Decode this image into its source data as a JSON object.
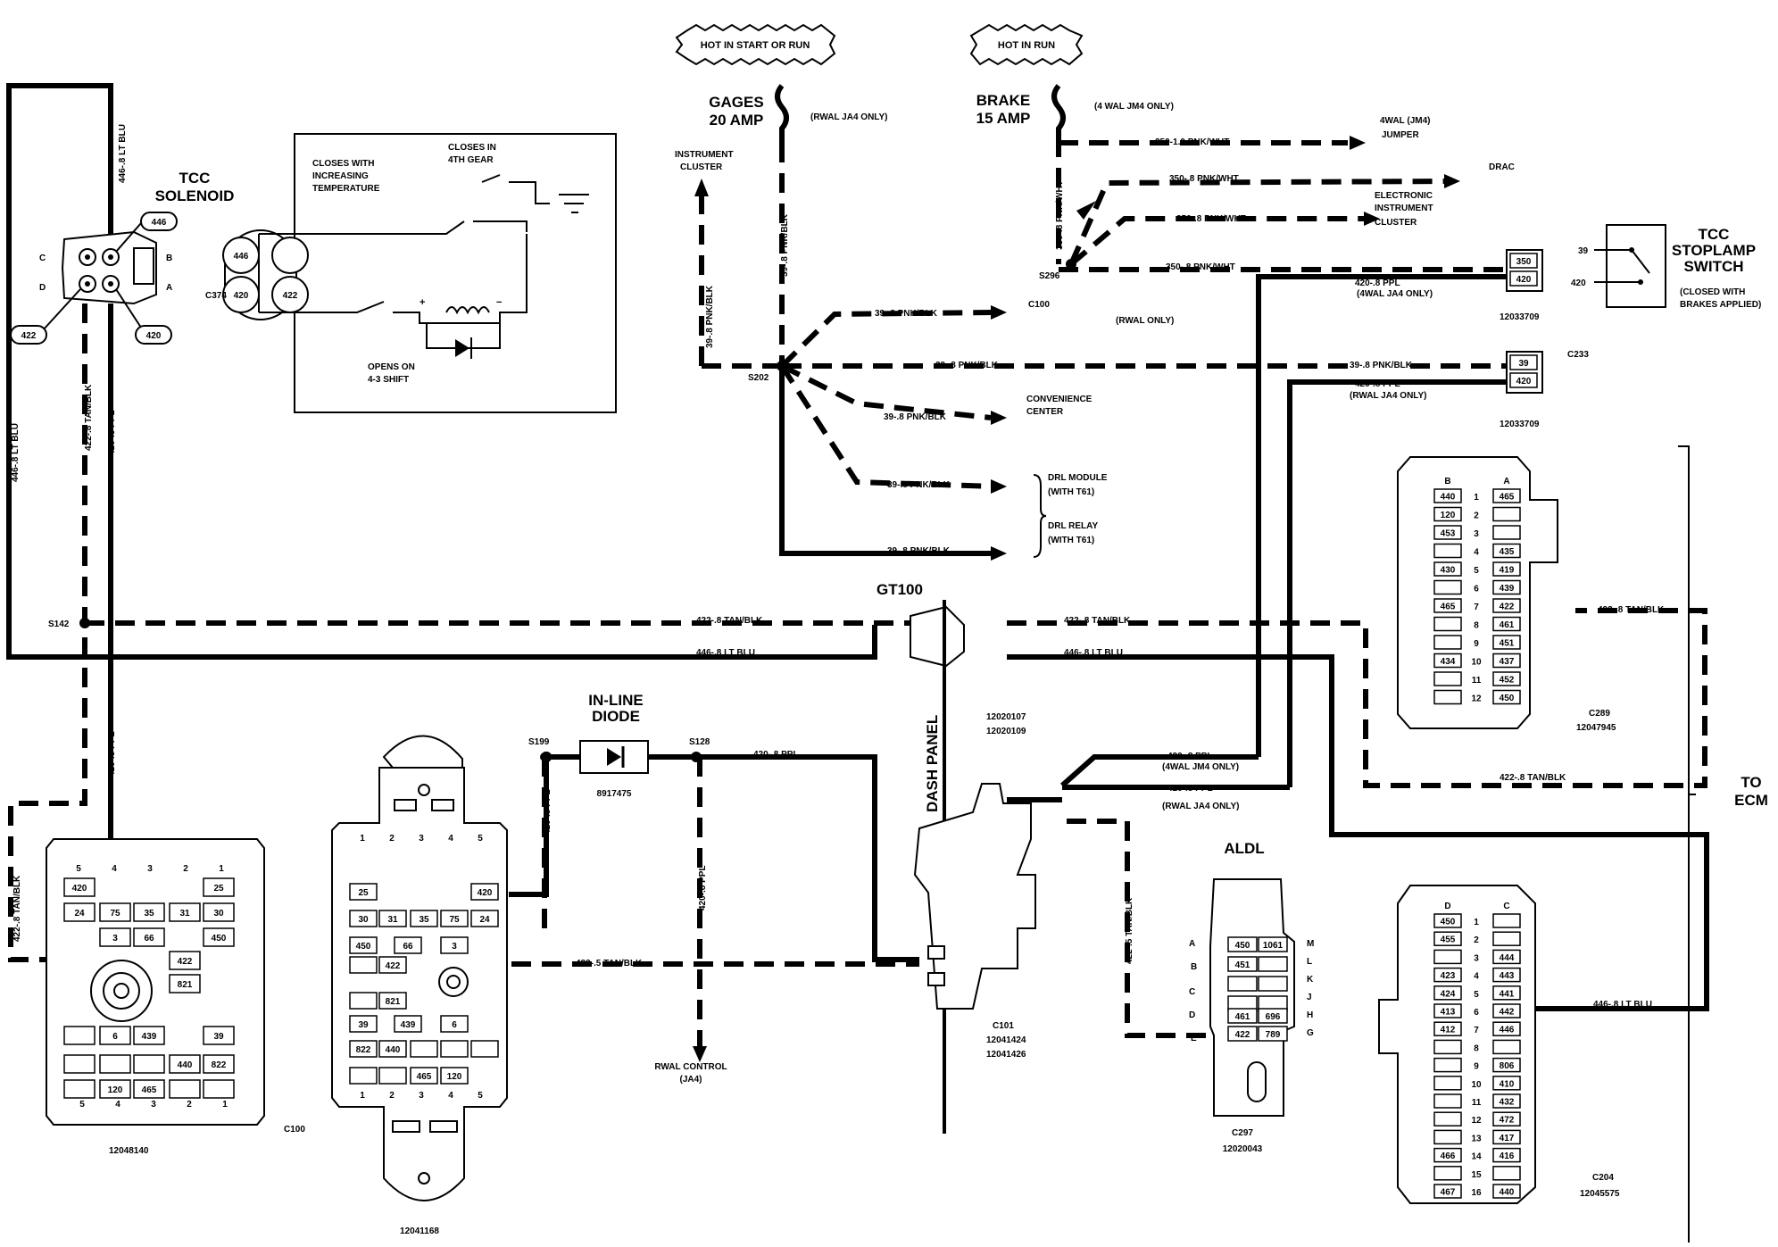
{
  "hot_labels": {
    "start_run": "HOT IN START OR RUN",
    "run": "HOT IN RUN"
  },
  "fuses": {
    "gages": [
      "GAGES",
      "20 AMP"
    ],
    "gages_note": "(RWAL JA4 ONLY)",
    "brake": [
      "BRAKE",
      "15 AMP"
    ],
    "brake_note": "(4 WAL JM4 ONLY)"
  },
  "tcc_solenoid": {
    "title": [
      "TCC",
      "SOLENOID"
    ],
    "pins": [
      "446",
      "422",
      "420"
    ],
    "letters": [
      "C",
      "D",
      "B",
      "A"
    ],
    "connector": "C374",
    "cells": [
      "446",
      "420",
      "422"
    ],
    "notes": {
      "temp": [
        "CLOSES WITH",
        "INCREASING",
        "TEMPERATURE"
      ],
      "gear": [
        "CLOSES IN",
        "4TH GEAR"
      ],
      "shift": [
        "OPENS ON",
        "4-3 SHIFT"
      ]
    },
    "plus": "+",
    "minus": "−"
  },
  "wires": {
    "w446_ltblu": "446-.8 LT BLU",
    "w422_tanblk": "422-.8 TAN/BLK",
    "w420_ppl": "420-.8 PPL",
    "w39_pnkblk": "39-.8 PNK/BLK",
    "w350_1": "350-1.0 PNK/WHT",
    "w350_8": "350-.8 PNK/WHT",
    "w422_5": "422-.5 TAN/BLK"
  },
  "splices": [
    "S142",
    "S202",
    "S296",
    "S199",
    "S128"
  ],
  "destinations": {
    "instrument_cluster": [
      "INSTRUMENT",
      "CLUSTER"
    ],
    "c100": "C100",
    "rwal_only": "(RWAL ONLY)",
    "convenience": [
      "CONVENIENCE",
      "CENTER"
    ],
    "drl_module": [
      "DRL MODULE",
      "(WITH T61)"
    ],
    "drl_relay": [
      "DRL RELAY",
      "(WITH T61)"
    ],
    "jumper": [
      "4WAL (JM4)",
      "JUMPER"
    ],
    "drac": "DRAC",
    "eic": [
      "ELECTRONIC",
      "INSTRUMENT",
      "CLUSTER"
    ],
    "rwal_control": [
      "RWAL CONTROL",
      "(JA4)"
    ],
    "to_ecm": [
      "TO",
      "ECM"
    ]
  },
  "wire_notes": {
    "wal4_ja4": "(4WAL JA4 ONLY)",
    "rwal_ja4": "(RWAL JA4 ONLY)",
    "wal4_jm4": "(4WAL JM4 ONLY)"
  },
  "stoplamp": {
    "title": [
      "TCC",
      "STOPLAMP",
      "SWITCH"
    ],
    "note": [
      "(CLOSED WITH",
      "BRAKES APPLIED)"
    ],
    "pins": [
      "39",
      "420"
    ],
    "cells": [
      "350",
      "420"
    ],
    "part": "12033709"
  },
  "c233": {
    "name": "C233",
    "cells": [
      "39",
      "420"
    ],
    "part": "12033709"
  },
  "gt100": {
    "name": "GT100",
    "parts": [
      "12020107",
      "12020109"
    ]
  },
  "dash_panel": "DASH PANEL",
  "diode": {
    "title": [
      "IN-LINE",
      "DIODE"
    ],
    "part": "8917475"
  },
  "c101": {
    "name": "C101",
    "parts": [
      "12041424",
      "12041426"
    ]
  },
  "aldl": {
    "title": "ALDL",
    "left": [
      "A",
      "B",
      "C",
      "D",
      "E"
    ],
    "right": [
      "M",
      "L",
      "K",
      "J",
      "H",
      "G"
    ],
    "cells": [
      "450",
      "1061",
      "451",
      "461",
      "696",
      "422",
      "789"
    ],
    "name": "C297",
    "part": "12020043"
  },
  "c289": {
    "name": "C289",
    "part": "12047945",
    "cols": [
      "B",
      "A"
    ],
    "rows": [
      [
        "440",
        "1",
        "465"
      ],
      [
        "120",
        "2",
        ""
      ],
      [
        "453",
        "3",
        ""
      ],
      [
        "",
        "4",
        "435"
      ],
      [
        "430",
        "5",
        "419"
      ],
      [
        "",
        "6",
        "439"
      ],
      [
        "465",
        "7",
        "422"
      ],
      [
        "",
        "8",
        "461"
      ],
      [
        "",
        "9",
        "451"
      ],
      [
        "434",
        "10",
        "437"
      ],
      [
        "",
        "11",
        "452"
      ],
      [
        "",
        "12",
        "450"
      ]
    ]
  },
  "c204": {
    "name": "C204",
    "part": "12045575",
    "cols": [
      "D",
      "C"
    ],
    "rows": [
      [
        "450",
        "1",
        ""
      ],
      [
        "455",
        "2",
        ""
      ],
      [
        "",
        "3",
        "444"
      ],
      [
        "423",
        "4",
        "443"
      ],
      [
        "424",
        "5",
        "441"
      ],
      [
        "413",
        "6",
        "442"
      ],
      [
        "412",
        "7",
        "446"
      ],
      [
        "",
        "8",
        ""
      ],
      [
        "",
        "9",
        "806"
      ],
      [
        "",
        "10",
        "410"
      ],
      [
        "",
        "11",
        "432"
      ],
      [
        "",
        "12",
        "472"
      ],
      [
        "",
        "13",
        "417"
      ],
      [
        "466",
        "14",
        "416"
      ],
      [
        "",
        "15",
        ""
      ],
      [
        "467",
        "16",
        "440"
      ]
    ]
  },
  "c100_left": {
    "name": "C100",
    "part": "12048140",
    "cols": [
      "5",
      "4",
      "3",
      "2",
      "1"
    ],
    "cells": [
      "420",
      "25",
      "24",
      "75",
      "35",
      "31",
      "30",
      "3",
      "66",
      "450",
      "422",
      "821",
      "6",
      "439",
      "39",
      "440",
      "822",
      "120",
      "465"
    ]
  },
  "c100_mid": {
    "part": "12041168",
    "cols": [
      "1",
      "2",
      "3",
      "4",
      "5"
    ],
    "cells": [
      "25",
      "420",
      "30",
      "31",
      "35",
      "75",
      "24",
      "450",
      "66",
      "3",
      "422",
      "821",
      "39",
      "439",
      "6",
      "822",
      "440",
      "465",
      "120"
    ]
  }
}
